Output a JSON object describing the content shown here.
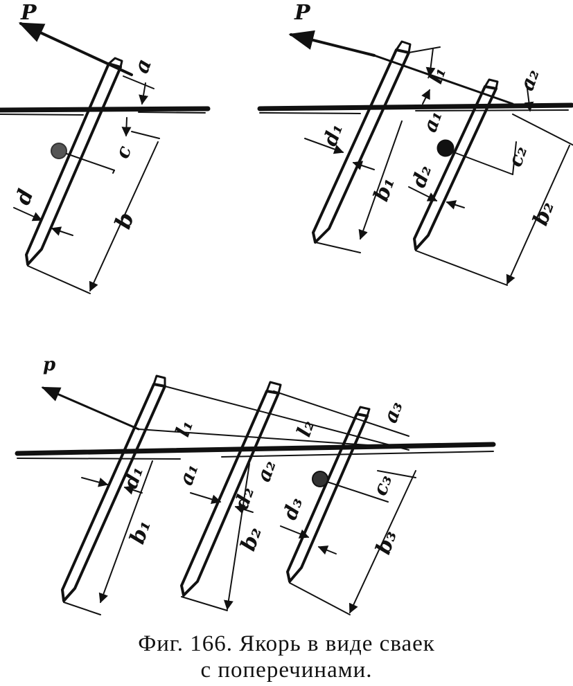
{
  "caption": {
    "line1": "Фиг. 166. Якорь в виде сваек",
    "line2": "с поперечинами."
  },
  "labels": {
    "p": "P",
    "p_small": "p",
    "a": "a",
    "c": "c",
    "d": "d",
    "b": "b",
    "l1": "l₁",
    "a1": "a₁",
    "a2": "a₂",
    "a3": "a₃",
    "d1": "d₁",
    "d2": "d₂",
    "d3": "d₃",
    "b1": "b₁",
    "b2": "b₂",
    "b3": "b₃",
    "c2": "c₂",
    "c3": "c₃",
    "l2": "l₂"
  }
}
